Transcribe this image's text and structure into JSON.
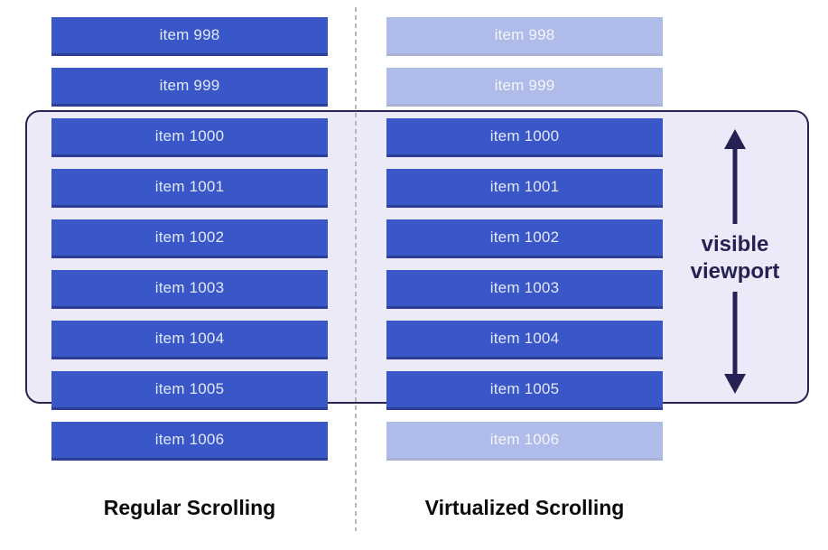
{
  "diagram": {
    "columns": [
      {
        "label": "Regular Scrolling",
        "items": [
          {
            "text": "item 998",
            "faded": false
          },
          {
            "text": "item 999",
            "faded": false
          },
          {
            "text": "item 1000",
            "faded": false
          },
          {
            "text": "item 1001",
            "faded": false
          },
          {
            "text": "item 1002",
            "faded": false
          },
          {
            "text": "item 1003",
            "faded": false
          },
          {
            "text": "item 1004",
            "faded": false
          },
          {
            "text": "item 1005",
            "faded": false
          },
          {
            "text": "item 1006",
            "faded": false
          }
        ]
      },
      {
        "label": "Virtualized Scrolling",
        "items": [
          {
            "text": "item 998",
            "faded": true
          },
          {
            "text": "item 999",
            "faded": true
          },
          {
            "text": "item 1000",
            "faded": false
          },
          {
            "text": "item 1001",
            "faded": false
          },
          {
            "text": "item 1002",
            "faded": false
          },
          {
            "text": "item 1003",
            "faded": false
          },
          {
            "text": "item 1004",
            "faded": false
          },
          {
            "text": "item 1005",
            "faded": false
          },
          {
            "text": "item 1006",
            "faded": true
          }
        ]
      }
    ],
    "viewport": {
      "label": "visible viewport"
    },
    "colors": {
      "bar_fill": "#3a57c8",
      "bar_shadow": "#2b3f98",
      "bar_text": "#e2e8f8",
      "viewport_bg": "#ece9f8",
      "viewport_border": "#2a2453",
      "arrow": "#262153",
      "divider": "#b7b7bc",
      "caption_text": "#0a0a0a"
    }
  }
}
